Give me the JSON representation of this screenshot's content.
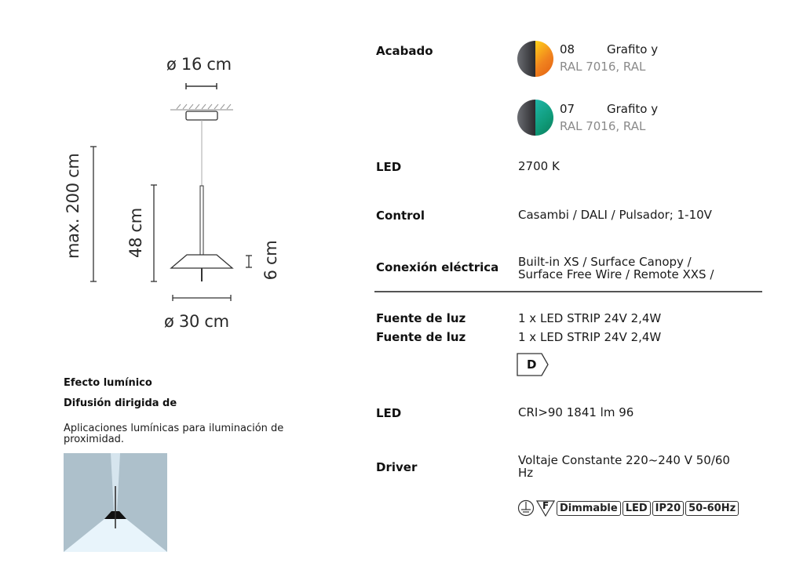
{
  "dimensions": {
    "canopy_diameter": "ø 16 cm",
    "shade_diameter": "ø 30 cm",
    "max_height": "max. 200 cm",
    "body_height": "48 cm",
    "shade_height": "6 cm"
  },
  "light_effect": {
    "title": "Efecto lumínico",
    "subtitle": "Difusión dirigida de",
    "description": "Aplicaciones lumínicas para iluminación de proximidad."
  },
  "specs": {
    "finish": {
      "label": "Acabado",
      "options": [
        {
          "code": "08",
          "name": "Grafito y",
          "sub": "RAL 7016, RAL",
          "color_left": "#3a3b3f",
          "color_right": "#f08a1e"
        },
        {
          "code": "07",
          "name": "Grafito y",
          "sub": "RAL 7016, RAL",
          "color_left": "#3a3b3f",
          "color_right": "#12a08a"
        }
      ]
    },
    "led": {
      "label": "LED",
      "value": "2700 K"
    },
    "control": {
      "label": "Control",
      "value": "Casambi / DALI / Pulsador; 1-10V"
    },
    "connection": {
      "label": "Conexión eléctrica",
      "value_line1": "Built-in XS / Surface Canopy /",
      "value_line2": "Surface Free Wire / Remote XXS /"
    },
    "light_source_1": {
      "label": "Fuente de luz",
      "value": "1 x LED STRIP 24V 2,4W"
    },
    "light_source_2": {
      "label": "Fuente de luz",
      "value": "1 x LED STRIP 24V 2,4W"
    },
    "energy_class": "D",
    "led_cri": {
      "label": "LED",
      "value": "CRI>90 1841 lm 96"
    },
    "driver": {
      "label": "Driver",
      "value_line1": "Voltaje Constante 220~240 V 50/60",
      "value_line2": "Hz"
    },
    "certifications": {
      "f_mark": "F",
      "badges": [
        "Dimmable",
        "LED",
        "IP20",
        "50-60Hz"
      ]
    }
  }
}
